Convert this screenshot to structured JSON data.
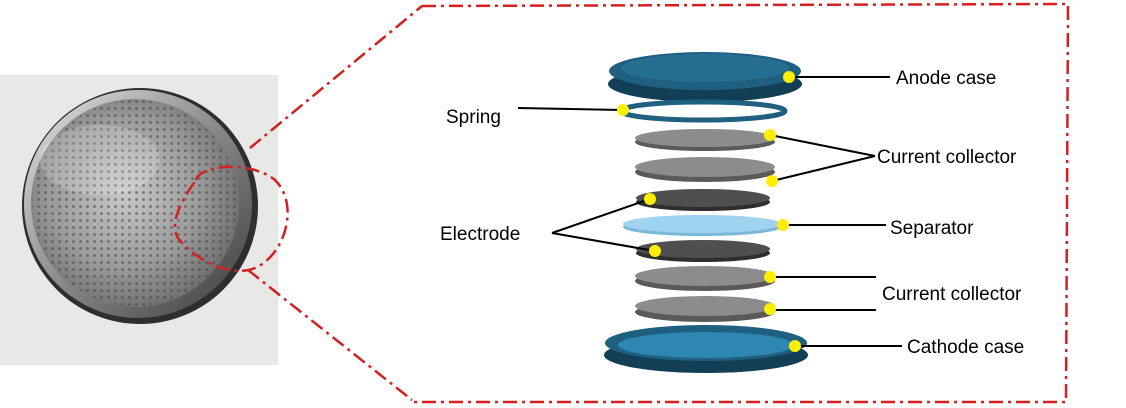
{
  "labels": {
    "anode_case": "Anode case",
    "spring": "Spring",
    "current_collector_top": "Current collector",
    "electrode": "Electrode",
    "separator": "Separator",
    "current_collector_bottom": "Current collector",
    "cathode_case": "Cathode case"
  },
  "colors": {
    "case_blue": "#1f5f80",
    "case_blue_dark": "#123f56",
    "collector_gray": "#8c8c8c",
    "electrode_gray": "#4f4f4f",
    "separator_blue": "#9fd3f0",
    "marker_yellow": "#ffee00",
    "callout_red": "#d42020",
    "leader_black": "#000000"
  },
  "icons": {
    "photo": "coin-cell-photo",
    "marker": "yellow-dot-marker"
  }
}
